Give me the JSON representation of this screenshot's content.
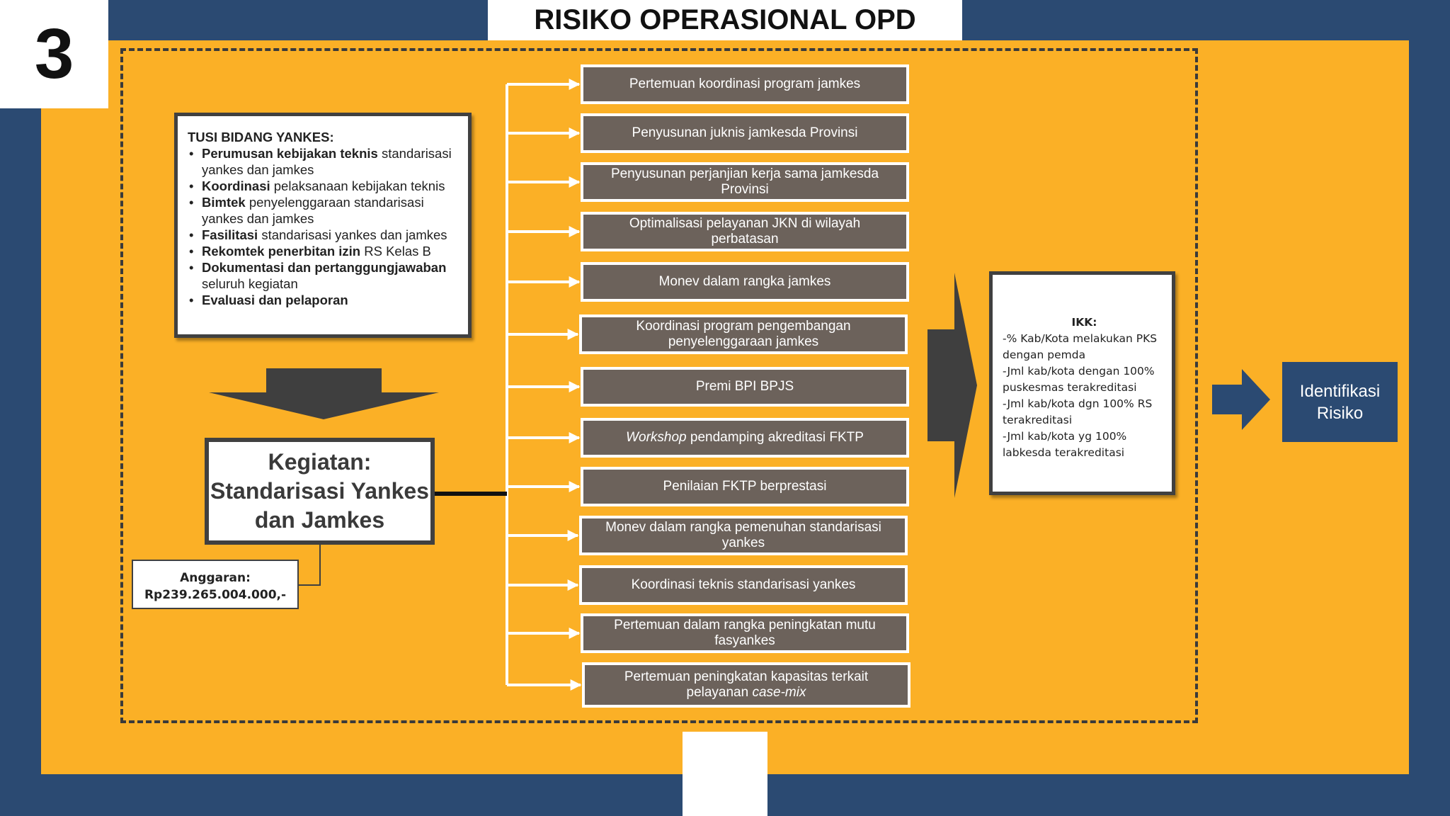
{
  "slide_number": "3",
  "title": "RISIKO OPERASIONAL OPD",
  "tusi": {
    "heading": "TUSI BIDANG YANKES:",
    "items": [
      {
        "bold": "Perumusan kebijakan teknis",
        "rest": " standarisasi yankes dan jamkes"
      },
      {
        "bold": "Koordinasi",
        "rest": " pelaksanaan kebijakan teknis"
      },
      {
        "bold": "Bimtek",
        "rest": " penyelenggaraan standarisasi yankes dan jamkes"
      },
      {
        "bold": "Fasilitasi",
        "rest": " standarisasi yankes dan jamkes"
      },
      {
        "bold": "Rekomtek penerbitan izin",
        "rest": " RS Kelas B"
      },
      {
        "bold": "Dokumentasi dan pertanggungjawaban",
        "rest": " seluruh kegiatan"
      },
      {
        "bold": "Evaluasi dan pelaporan",
        "rest": ""
      }
    ]
  },
  "kegiatan": {
    "label": "Kegiatan: Standarisasi Yankes dan Jamkes"
  },
  "anggaran": {
    "label": "Anggaran:",
    "value": "Rp239.265.004.000,-"
  },
  "activities": [
    {
      "text": "Pertemuan koordinasi program jamkes"
    },
    {
      "text": "Penyusunan juknis jamkesda Provinsi"
    },
    {
      "text": "Penyusunan perjanjian kerja sama jamkesda Provinsi"
    },
    {
      "text": "Optimalisasi pelayanan JKN di wilayah perbatasan"
    },
    {
      "text": "Monev dalam rangka jamkes"
    },
    {
      "text": "Koordinasi program pengembangan penyelenggaraan jamkes"
    },
    {
      "text": "Premi BPI BPJS"
    },
    {
      "italic": "Workshop",
      "text": " pendamping akreditasi FKTP"
    },
    {
      "text": "Penilaian FKTP berprestasi"
    },
    {
      "text": "Monev dalam rangka pemenuhan standarisasi yankes"
    },
    {
      "text": "Koordinasi teknis standarisasi yankes"
    },
    {
      "text": "Pertemuan dalam rangka peningkatan mutu fasyankes"
    },
    {
      "text": "Pertemuan peningkatan kapasitas terkait pelayanan ",
      "italic_suffix": "case-mix"
    }
  ],
  "ikk": {
    "heading": "IKK:",
    "lines": [
      "-% Kab/Kota melakukan PKS dengan pemda",
      "-Jml kab/kota dengan 100% puskesmas terakreditasi",
      "-Jml kab/kota dgn 100% RS terakreditasi",
      "-Jml kab/kota yg 100% labkesda terakreditasi"
    ]
  },
  "output": {
    "label": "Identifikasi Risiko"
  },
  "colors": {
    "background": "#2b4a72",
    "panel": "#fbb026",
    "activity_box": "#6c625b",
    "dark_arrow": "#3f3f3f",
    "ident_box": "#2b4a72"
  }
}
